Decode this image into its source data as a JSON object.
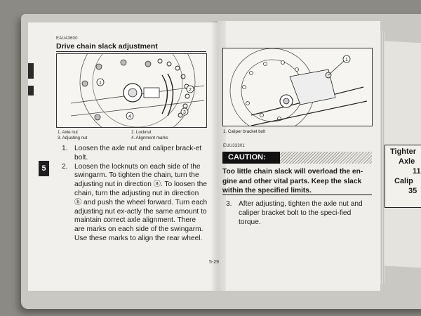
{
  "section_code": "EAU43600",
  "title": "Drive chain slack adjustment",
  "figure_left": {
    "callouts": [
      "1",
      "2",
      "3",
      "4"
    ],
    "legend": [
      "1. Axle nut",
      "2. Locknut",
      "3. Adjusting nut",
      "4. Alignment marks"
    ]
  },
  "figure_right": {
    "callouts": [
      "1"
    ],
    "legend": [
      "1. Caliper bracket bolt"
    ]
  },
  "steps_left": [
    {
      "num": "1.",
      "text": "Loosen the axle nut and caliper brack-et bolt."
    },
    {
      "num": "2.",
      "text": "Loosen the locknuts on each side of the swingarm. To tighten the chain, turn the adjusting nut in direction ⓐ. To loosen the chain, turn the adjusting nut in direction ⓑ and push the wheel forward. Turn each adjusting nut ex-actly the same amount to maintain correct axle alignment. There are marks on each side of the swingarm. Use these marks to align the rear wheel."
    }
  ],
  "caution_code": "EUU33301",
  "caution_label": "CAUTION:",
  "caution_text": "Too little chain slack will overload the en-gine and other vital parts. Keep the slack within the specified limits.",
  "steps_right": [
    {
      "num": "3.",
      "text": "After adjusting, tighten the axle nut and caliper bracket bolt to the speci-fied torque."
    }
  ],
  "page_number": "5-29",
  "chapter_tab": "5",
  "next_page_fragment": [
    "Tighter",
    "Axle",
    "11",
    "Calip",
    "35"
  ],
  "colors": {
    "ink": "#1c1c1c",
    "paper": "#f1f0ec",
    "caution_bg": "#111111"
  }
}
